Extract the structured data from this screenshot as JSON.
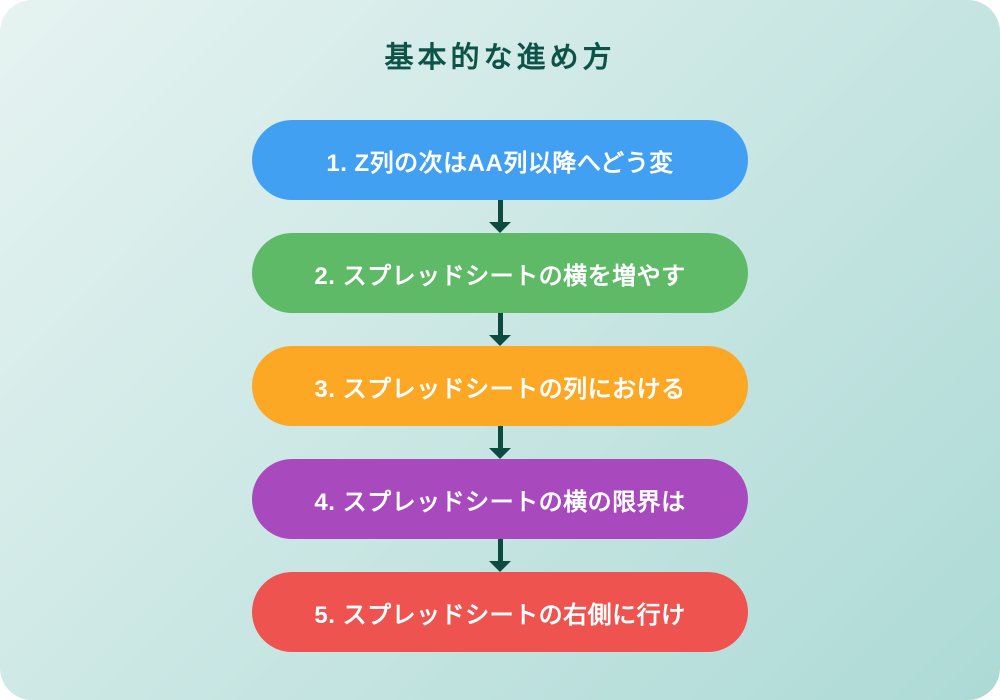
{
  "title": "基本的な進め方",
  "title_color": "#0d5347",
  "arrow_color": "#0d4a40",
  "background": {
    "gradient_start": "#e6f3f1",
    "gradient_end": "#addad6"
  },
  "steps": [
    {
      "label": "1. Z列の次はAA列以降へどう変",
      "color": "#42a0f2"
    },
    {
      "label": "2. スプレッドシートの横を増やす",
      "color": "#5fba68"
    },
    {
      "label": "3. スプレッドシートの列における",
      "color": "#fca825"
    },
    {
      "label": "4. スプレッドシートの横の限界は",
      "color": "#a849be"
    },
    {
      "label": "5. スプレッドシートの右側に行け",
      "color": "#ef5350"
    }
  ]
}
